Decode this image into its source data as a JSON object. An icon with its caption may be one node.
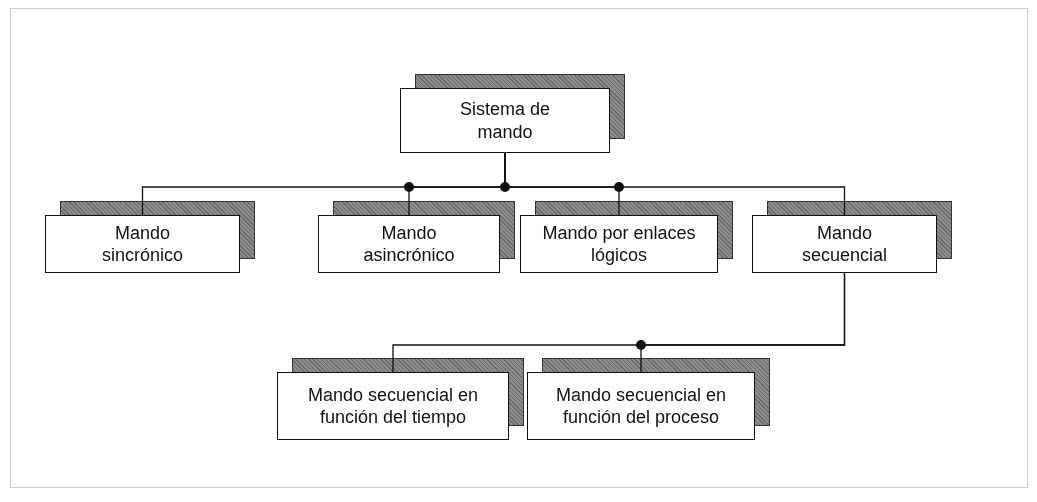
{
  "diagram": {
    "nodes": [
      {
        "text": [
          "Sistema de mando"
        ]
      },
      {
        "text": [
          "Mando sincrónico"
        ]
      },
      {
        "text": [
          "Mando asincrónico"
        ]
      },
      {
        "text": [
          "Mando por enlaces lógicos"
        ]
      },
      {
        "text": [
          "Mando secuencial"
        ]
      },
      {
        "text": [
          "Mando secuencial en función del tiempo"
        ]
      },
      {
        "text": [
          "Mando secuencial en función del proceso"
        ]
      }
    ],
    "edges": [
      {
        "from": 0,
        "to": 1,
        "arrow": "none"
      },
      {
        "from": 0,
        "to": 2,
        "arrow": "none"
      },
      {
        "from": 0,
        "to": 3,
        "arrow": "none"
      },
      {
        "from": 0,
        "to": 4,
        "arrow": "none"
      },
      {
        "from": 4,
        "to": 5,
        "arrow": "none"
      },
      {
        "from": 4,
        "to": 6,
        "arrow": "none"
      }
    ]
  }
}
